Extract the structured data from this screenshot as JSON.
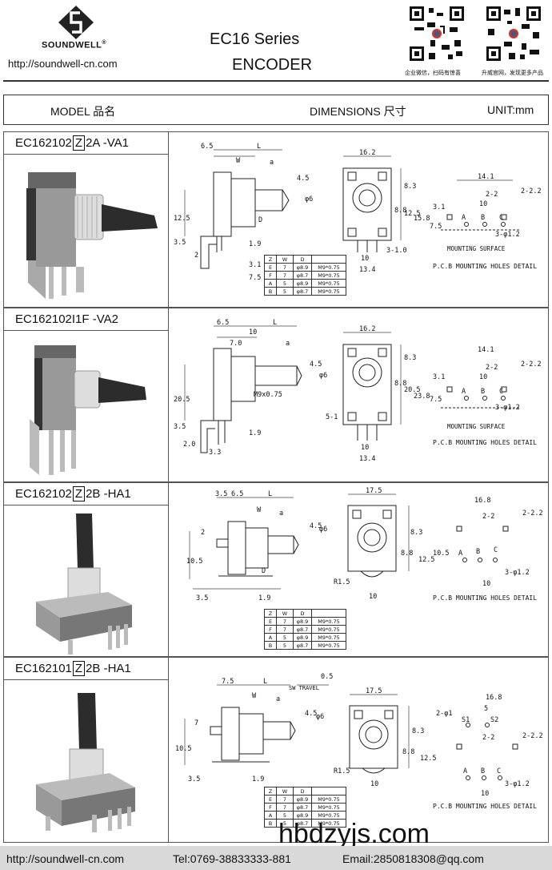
{
  "header": {
    "brand": "SOUNDWELL",
    "registered": "®",
    "url": "http://soundwell-cn.com",
    "title_line1": "EC16  Series",
    "title_line2": "ENCODER",
    "qr_left_caption": "企业微信，扫码有惊喜",
    "qr_right_caption": "升威官网，发现更多产品"
  },
  "bar": {
    "model": "MODEL 品名",
    "dimensions": "DIMENSIONS 尺寸",
    "unit": "UNIT:mm"
  },
  "sections": [
    {
      "model_prefix": "EC162102",
      "model_box": "Z",
      "model_suffix": "2A -VA1"
    },
    {
      "model_full": "EC162102I1F -VA2"
    },
    {
      "model_prefix": "EC162102",
      "model_box": "Z",
      "model_suffix": "2B -HA1"
    },
    {
      "model_prefix": "EC162101",
      "model_box": "Z",
      "model_suffix": "2B -HA1"
    }
  ],
  "spec_table": {
    "headers": [
      "Z",
      "W",
      "D"
    ],
    "rows": [
      [
        "E",
        "7",
        "φ8.9",
        "M9*0.75"
      ],
      [
        "F",
        "7",
        "φ8.7",
        "M9*0.75"
      ],
      [
        "A",
        "5",
        "φ8.9",
        "M9*0.75"
      ],
      [
        "B",
        "5",
        "φ8.7",
        "M9*0.75"
      ]
    ]
  },
  "labels": {
    "mounting_surface": "MOUNTING SURFACE",
    "pcb_detail": "P.C.B MOUNTING HOLES DETAIL",
    "sw_travel": "SW TRAVEL",
    "thread": "M9x0.75"
  },
  "dims": {
    "s1": [
      "6.5",
      "L",
      "W",
      "a",
      "4.5",
      "φ6",
      "12.5",
      "3.5",
      "D",
      "2",
      "1.9",
      "3.1",
      "7.5",
      "16.2",
      "8.3",
      "8.8",
      "12.5",
      "15.8",
      "10",
      "13.4",
      "3-1.0",
      "14.1",
      "2-2",
      "2-2.2",
      "10",
      "3.1",
      "7.5",
      "3-φ1.2"
    ],
    "s2": [
      "6.5",
      "L",
      "10",
      "7.0",
      "a",
      "4.5",
      "φ6",
      "20.5",
      "3.5",
      "2.0",
      "3.3",
      "1.9",
      "16.2",
      "8.3",
      "8.8",
      "20.5",
      "23.8",
      "5-1",
      "10",
      "13.4",
      "14.1",
      "2-2",
      "2-2.2",
      "10",
      "3.1",
      "7.5",
      "3-φ1.2"
    ],
    "s3": [
      "3.5",
      "6.5",
      "L",
      "W",
      "a",
      "4.5",
      "φ6",
      "2",
      "10.5",
      "D",
      "3.5",
      "1.9",
      "17.5",
      "8.3",
      "8.8",
      "12.5",
      "R1.5",
      "10",
      "16.8",
      "2-2",
      "2-2.2",
      "10.5",
      "10",
      "3-φ1.2"
    ],
    "s4": [
      "7.5",
      "L",
      "W",
      "a",
      "0.5",
      "4.5",
      "φ6",
      "7",
      "10.5",
      "3.5",
      "1.9",
      "17.5",
      "8.3",
      "8.8",
      "12.5",
      "R1.5",
      "10",
      "16.8",
      "5",
      "2-φ1",
      "2-2",
      "2-2.2",
      "10",
      "3-φ1.2"
    ],
    "pins": [
      "A",
      "B",
      "C",
      "S1",
      "S2"
    ]
  },
  "footer": {
    "url": "http://soundwell-cn.com",
    "tel": "Tel:0769-38833333-881",
    "email": "Email:2850818308@qq.com"
  },
  "watermark": "hbdzyjs.com"
}
